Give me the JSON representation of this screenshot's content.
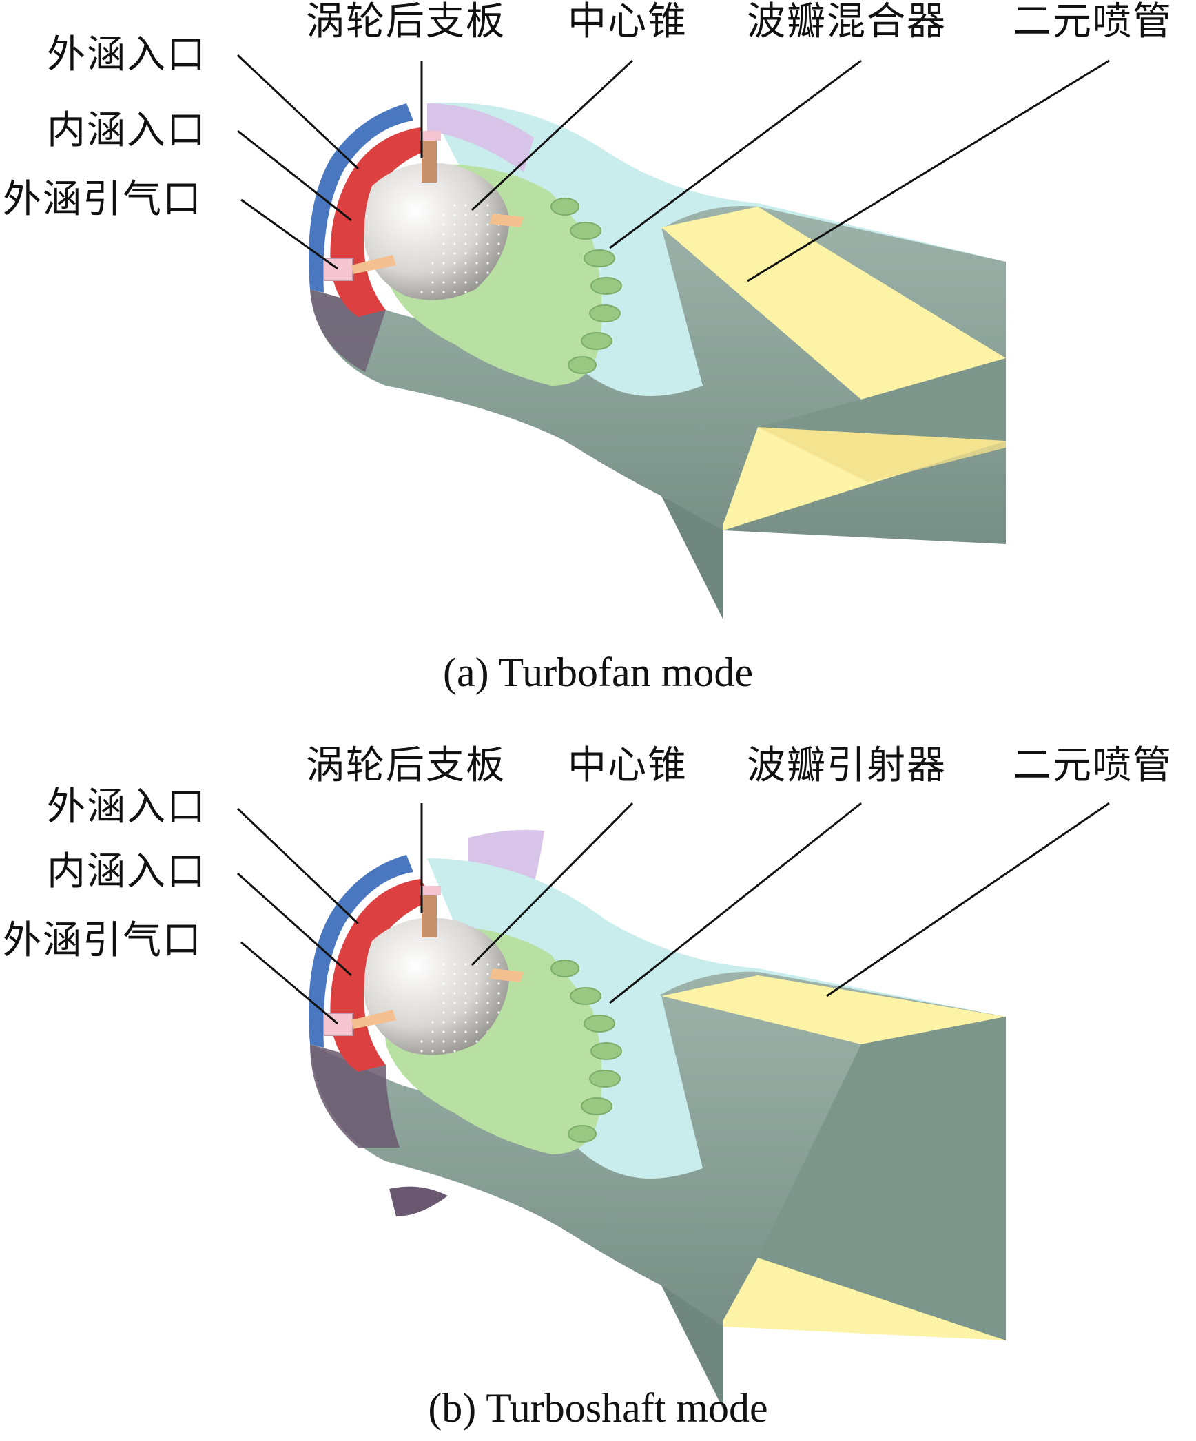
{
  "panels": [
    {
      "caption": "(a) Turbofan mode",
      "labels": {
        "outer_inlet": "外涵入口",
        "inner_inlet": "内涵入口",
        "bleed_port": "外涵引气口",
        "strut": "涡轮后支板",
        "center_cone": "中心锥",
        "lobed_device": "波瓣混合器",
        "nozzle": "二元喷管"
      }
    },
    {
      "caption": "(b) Turboshaft mode",
      "labels": {
        "outer_inlet": "外涵入口",
        "inner_inlet": "内涵入口",
        "bleed_port": "外涵引气口",
        "strut": "涡轮后支板",
        "center_cone": "中心锥",
        "lobed_device": "波瓣引射器",
        "nozzle": "二元喷管"
      }
    }
  ],
  "colors": {
    "shell": "#7d968c",
    "shell_light": "#c9ecec",
    "outer_ring": "#4a78c0",
    "inner_ring": "#dc4040",
    "cone": "#e8e6e2",
    "mixer": "#b8e0a2",
    "nozzle_flap": "#fdf3a6",
    "strut": "#c8906a",
    "bleed_port": "#f4c4d0",
    "purple": "#d8c4e8",
    "purple_dark": "#6a5870"
  }
}
